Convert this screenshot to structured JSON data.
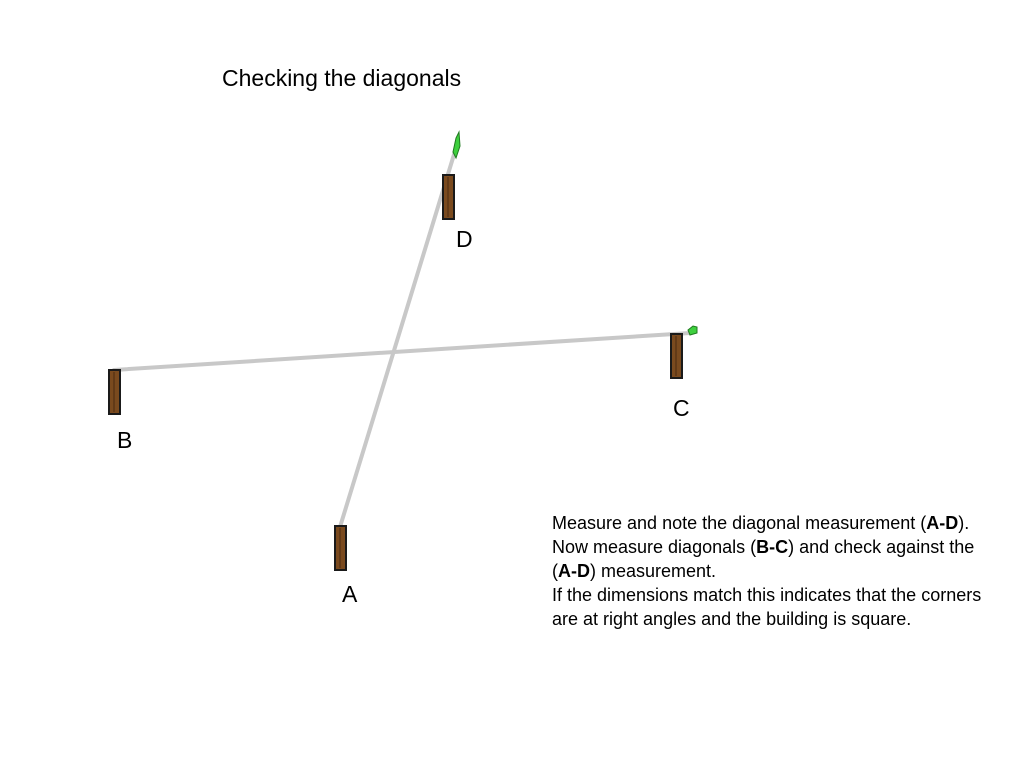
{
  "slide": {
    "title": "Checking the diagonals",
    "pegs": {
      "A": "A",
      "B": "B",
      "C": "C",
      "D": "D"
    },
    "note": {
      "p1_a": "Measure and note the diagonal measurement (",
      "p1_b": "A-D",
      "p1_c": "). Now measure diagonals (",
      "p1_d": "B-C",
      "p1_e": ") and check against the (",
      "p1_f": "A-D",
      "p1_g": ") measurement.",
      "p2": "If the dimensions match this indicates that the corners are at right angles and the building is square."
    }
  },
  "colors": {
    "peg_wood": "#7a4a1e",
    "peg_outline": "#1a1a1a",
    "string": "#c8c8c8",
    "tape_end": "#3ecf3e"
  }
}
